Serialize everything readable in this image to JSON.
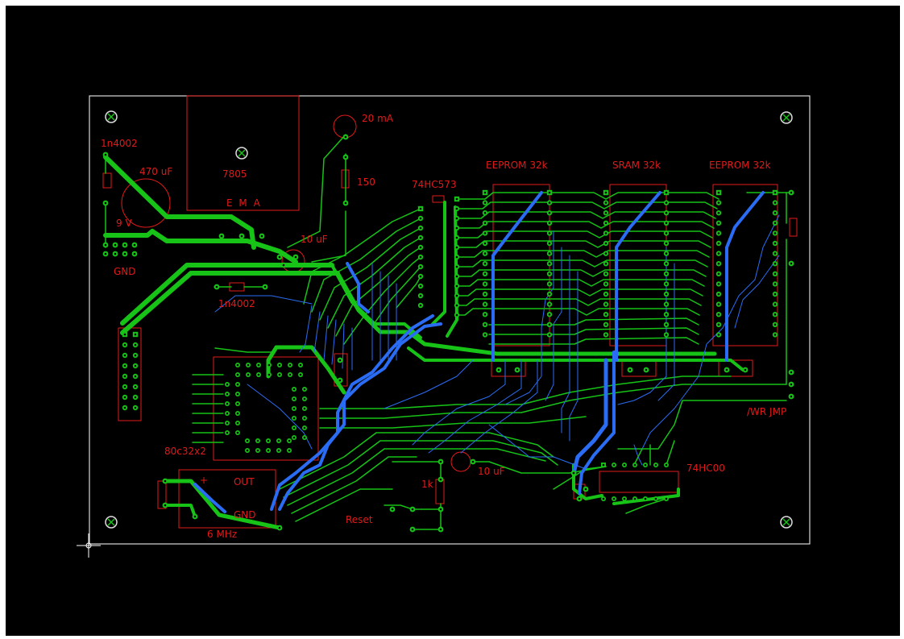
{
  "colors": {
    "background": "#000000",
    "board_outline": "#d8d8d8",
    "top_copper": "#16c316",
    "bottom_copper": "#2a6df4",
    "silkscreen": "#e01a1a",
    "pads": "#16c316",
    "holes": "#ffffff"
  },
  "labels": {
    "diode1": "1n4002",
    "cap_main": "470 uF",
    "battery": "9 V",
    "gnd_left": "GND",
    "regulator": "7805",
    "reg_pins": "E  M  A",
    "led": "20 mA",
    "resistor_150": "150",
    "cap_10uf_top": "10 uF",
    "diode2": "1n4002",
    "latch": "74HC573",
    "eeprom1": "EEPROM 32k",
    "sram": "SRAM 32k",
    "eeprom2": "EEPROM 32k",
    "wr_jmp": "/WR JMP",
    "mcu": "80c32x2",
    "out": "OUT",
    "gnd_crystal": "GND",
    "crystal": "6 MHz",
    "plus": "+",
    "r1k": "1k",
    "cap_10uf_bottom": "10 uF",
    "reset": "Reset",
    "nand": "74HC00"
  },
  "icons": [
    "mounting-hole-icon",
    "crosshair-cursor-icon"
  ]
}
